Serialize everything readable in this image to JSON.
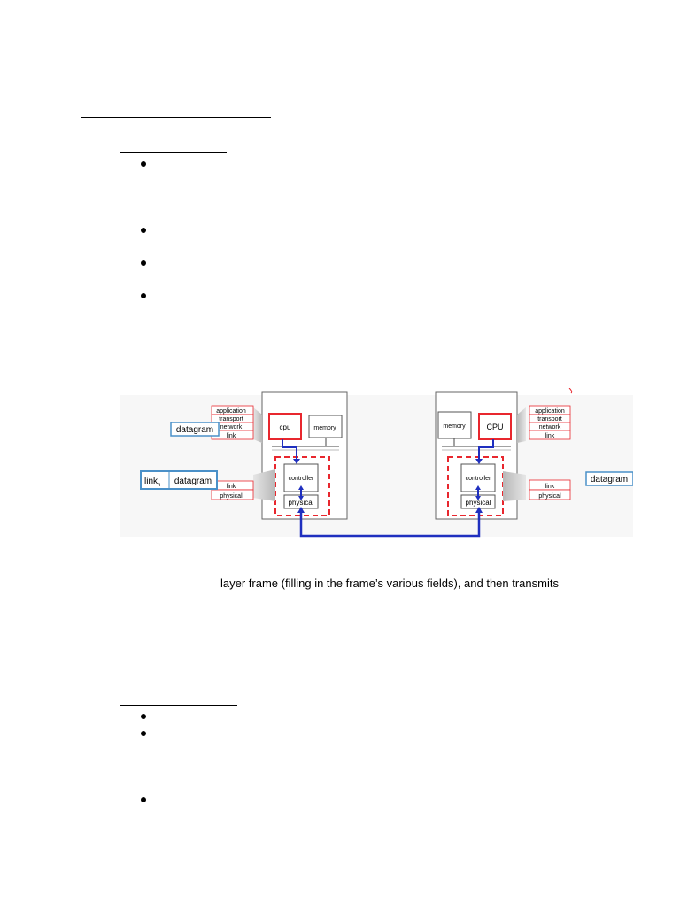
{
  "page": {
    "body_line": "layer frame (filling in the frame’s various fields), and then transmits"
  },
  "figure": {
    "left_node": {
      "cpu_label": "cpu",
      "memory_label": "memory",
      "controller_label": "controller",
      "physical_label": "physical"
    },
    "right_node": {
      "cpu_label": "CPU",
      "memory_label": "memory",
      "controller_label": "controller",
      "physical_label": "physical"
    },
    "left_stack": {
      "upper": [
        "application",
        "transport",
        "network",
        "link"
      ],
      "lower": [
        "link",
        "physical"
      ]
    },
    "right_stack": {
      "upper": [
        "application",
        "transport",
        "network",
        "link"
      ],
      "lower": [
        "link",
        "physical"
      ]
    },
    "left_datagram_label": "datagram",
    "left_frame": {
      "header_label": "link",
      "header_subscript": "h",
      "payload_label": "datagram"
    },
    "right_datagram_label": "datagram"
  },
  "colors": {
    "accent_red": "#e8272e",
    "link_blue": "#1f2fbf",
    "label_box_blue": "#4a90c8"
  }
}
